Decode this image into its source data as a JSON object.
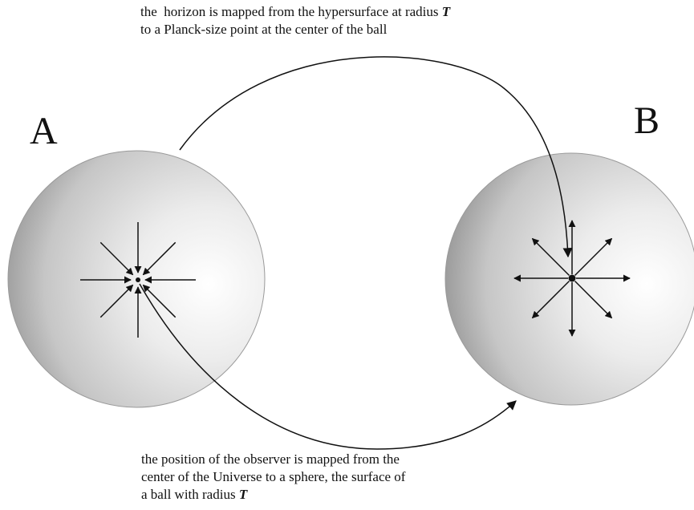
{
  "labels": {
    "ball_a": "A",
    "ball_b": "B"
  },
  "captions": {
    "top": {
      "line1_text": "the  horizon is mapped from the hypersurface at radius ",
      "line1_var": "T",
      "line2_text": "to a Planck-size point at the center of the ball"
    },
    "bottom": {
      "line1_text": "the position of the observer is mapped from the",
      "line2_text": "center of the Universe to a sphere, the surface of",
      "line3_text": "a ball with radius ",
      "line3_var": "T"
    }
  },
  "colors": {
    "ink": "#111111",
    "sphere_highlight": "#ffffff",
    "sphere_mid": "#d4d4d4",
    "sphere_edge": "#8f8f8f"
  },
  "arrows": {
    "ball_a_direction": "inward",
    "ball_a_count": 8,
    "ball_b_direction": "outward",
    "ball_b_count": 8
  }
}
